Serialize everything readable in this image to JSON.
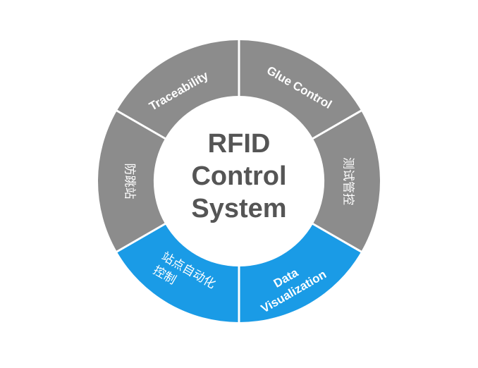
{
  "diagram": {
    "center": {
      "lines": [
        "RFID",
        "Control",
        "System"
      ]
    },
    "segments": [
      {
        "id": "glue-control",
        "label": "Glue Control",
        "color": "#8c8c8c"
      },
      {
        "id": "test-control",
        "label": "测试管控",
        "color": "#8c8c8c"
      },
      {
        "id": "data-visualization",
        "label_lines": [
          "Data",
          "Visualization"
        ],
        "color": "#1a9be6"
      },
      {
        "id": "station-automation",
        "label_lines": [
          "站点自动化",
          "控制"
        ],
        "color": "#1a9be6"
      },
      {
        "id": "anti-skip-station",
        "label": "防跳站",
        "color": "#8c8c8c"
      },
      {
        "id": "traceability",
        "label": "Traceability",
        "color": "#8c8c8c"
      }
    ],
    "colors": {
      "gray": "#8c8c8c",
      "blue": "#1a9be6",
      "center_text": "#555555",
      "divider": "#ffffff"
    }
  }
}
